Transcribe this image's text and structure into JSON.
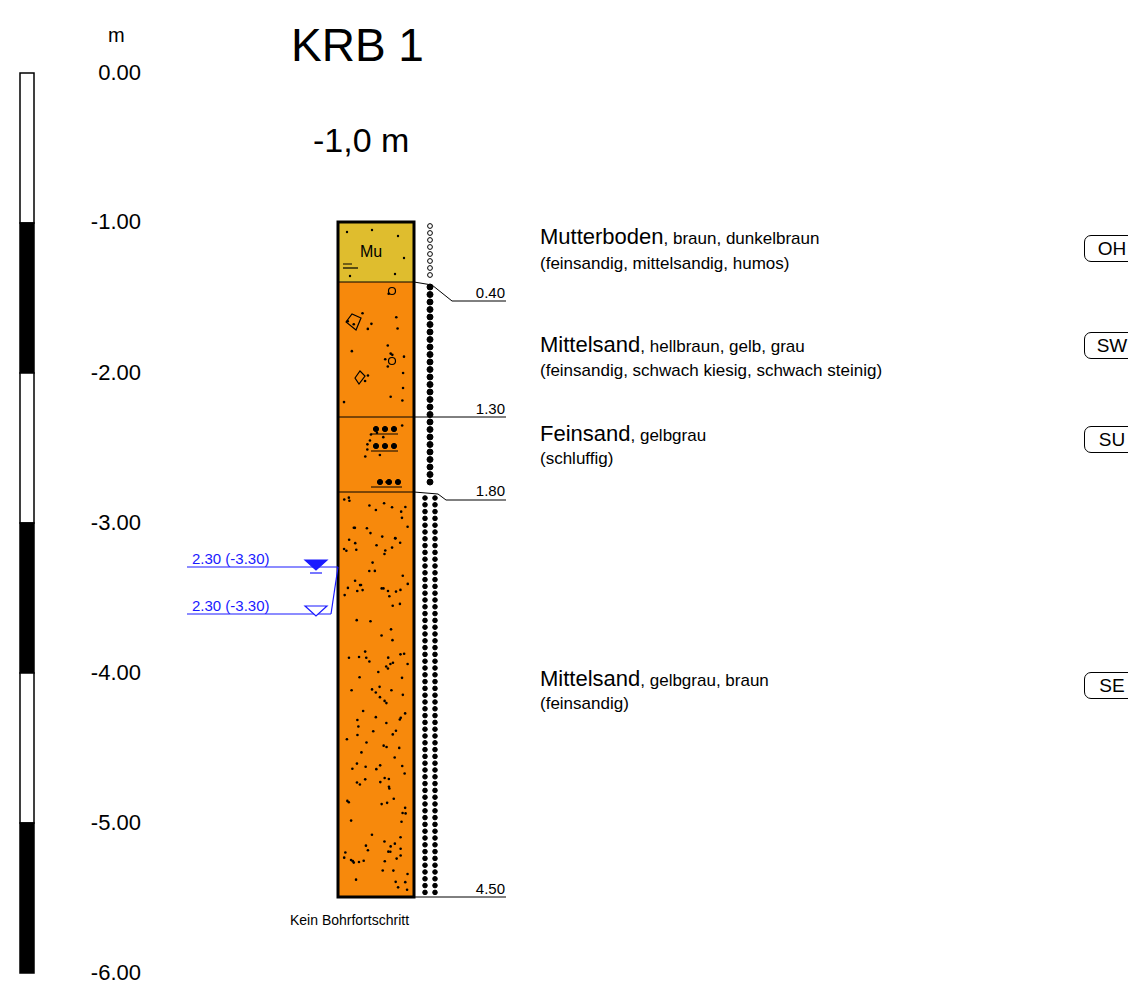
{
  "diagram": {
    "title": "KRB 1",
    "nodes": [
      {
        "text": [
          "Mu"
        ]
      },
      {
        "text": [
          "OH"
        ]
      },
      {
        "text": [
          "SW"
        ]
      },
      {
        "text": [
          "SU"
        ]
      },
      {
        "text": [
          "SE"
        ]
      }
    ],
    "labels": [
      "m",
      "0.00",
      "-1.00",
      "-2.00",
      "-3.00",
      "-4.00",
      "-5.00",
      "-6.00",
      "-1,0 m",
      "0.40",
      "1.30",
      "1.80",
      "4.50",
      "2.30 (-3.30)",
      "2.30 (-3.30)",
      "Mutterboden",
      ", braun, dunkelbraun",
      "(feinsandig, mittelsandig, humos)",
      "Mittelsand",
      ", hellbraun, gelb, grau",
      "(feinsandig, schwach kiesig, schwach steinig)",
      "Feinsand",
      ", gelbgrau",
      "(schluffig)",
      "Mittelsand",
      ", gelbgrau, braun",
      "(feinsandig)",
      "Kein Bohrfortschritt"
    ]
  }
}
